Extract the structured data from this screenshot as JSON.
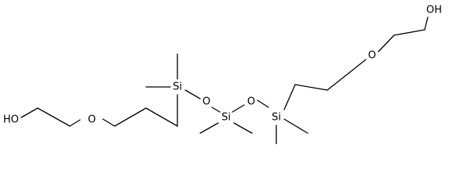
{
  "molecule": {
    "atoms": {
      "left_hydroxyl": "HO",
      "left_ether_oxygen": "O",
      "silicon_left": "Si",
      "siloxane_oxygen_left": "O",
      "silicon_center": "Si",
      "siloxane_oxygen_right": "O",
      "silicon_right": "Si",
      "right_ether_oxygen": "O",
      "right_hydroxyl": "OH"
    },
    "colors": {
      "bond": "#000000",
      "label": "#000000",
      "background": "#ffffff"
    }
  }
}
